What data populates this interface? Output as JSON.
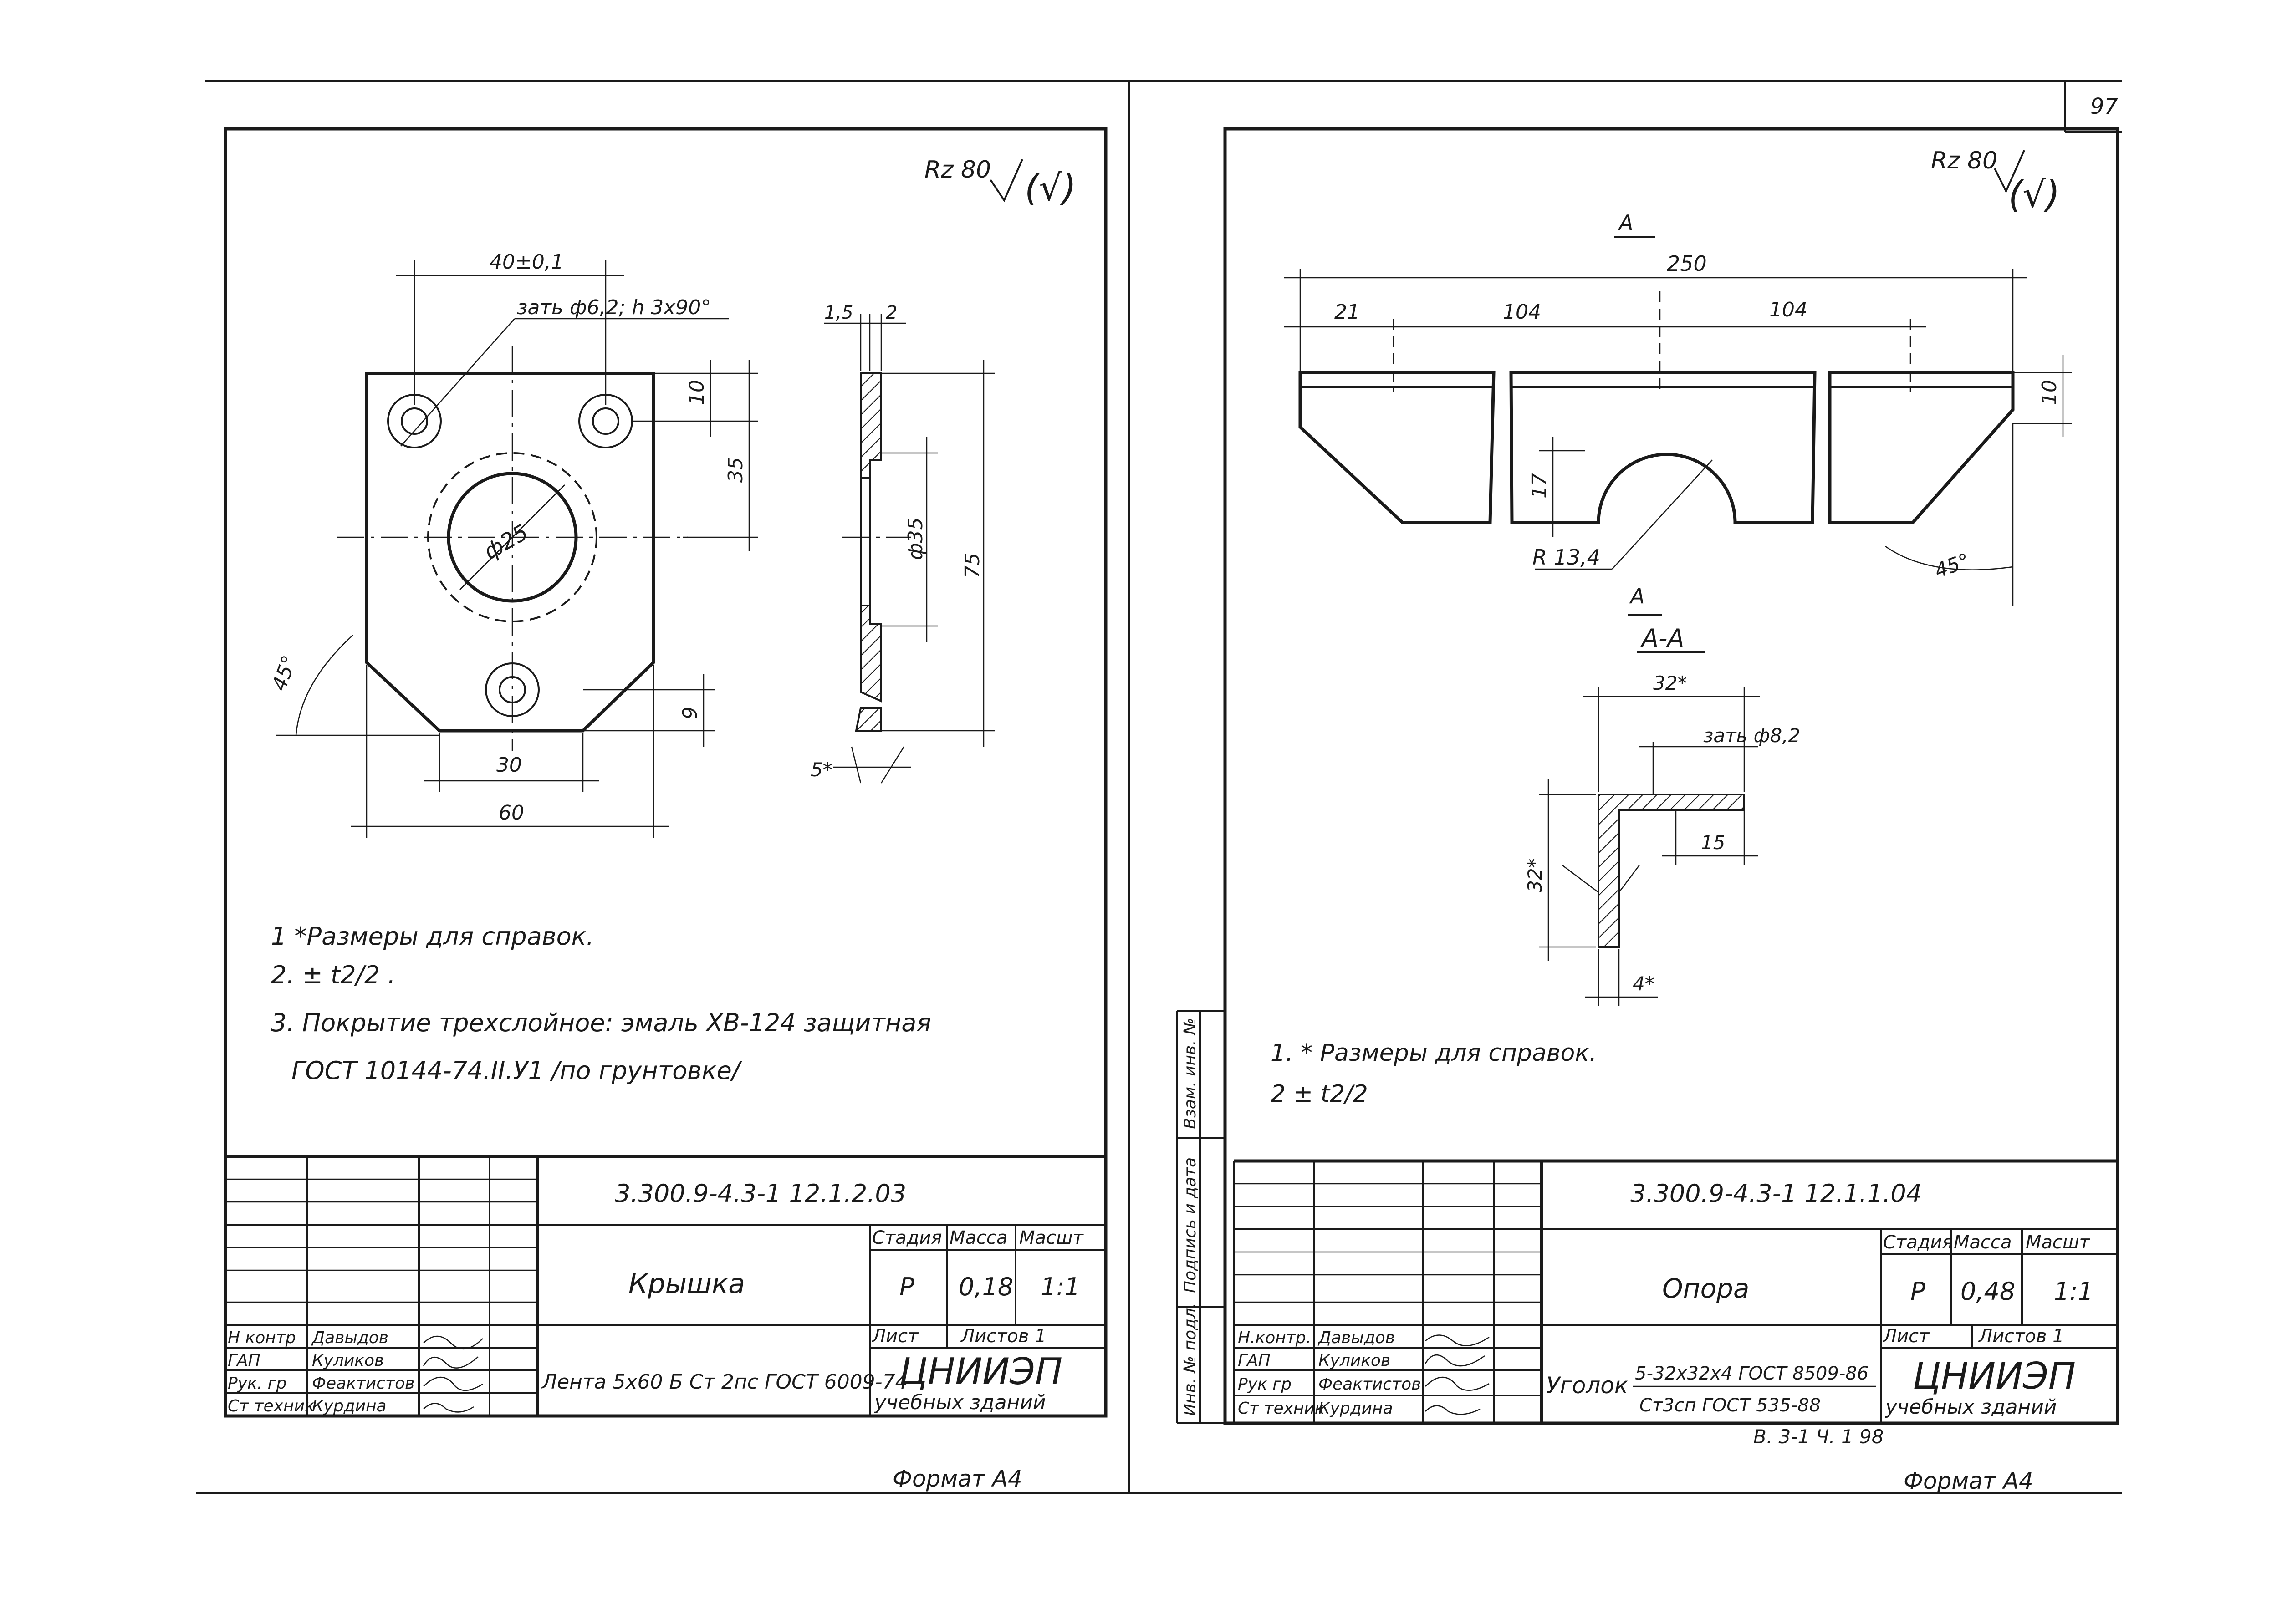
{
  "page_number": "97",
  "left_sheet": {
    "roughness": "Rz 80",
    "roughness_paren": "(√)",
    "dims": {
      "hole_spacing": "40±0,1",
      "countersink": "зать ф6,2; h 3x90°",
      "top_10": "10",
      "d35_vert": "35",
      "phi25": "ф25",
      "angle45": "45°",
      "bottom_9": "9",
      "w30": "30",
      "w60": "60",
      "t15": "1,5",
      "t2": "2",
      "phi35": "ф35",
      "h75": "75",
      "chamfer5": "5*"
    },
    "notes": [
      "1 *Размеры для справок.",
      "2. ± t2/2 .",
      "3. Покрытие трехслойное: эмаль ХВ-124 защитная",
      "ГОСТ 10144-74.II.У1 /по грунтовке/"
    ],
    "doc_code": "3.300.9-4.3-1 12.1.2.03",
    "part_name": "Крышка",
    "stage_header": "Стадия",
    "mass_header": "Масса",
    "scale_header": "Масшт",
    "stage": "Р",
    "mass": "0,18",
    "scale": "1:1",
    "sheet_label": "Лист",
    "sheets_label": "Листов 1",
    "material": "Лента 5х60 Б Ст 2пс ГОСТ 6009-74",
    "org_line1": "ЦНИИЭП",
    "org_line2": "учебных зданий",
    "roles": [
      {
        "role": "Н контр",
        "name": "Давыдов"
      },
      {
        "role": "ГАП",
        "name": "Куликов"
      },
      {
        "role": "Рук. гр",
        "name": "Феактистов"
      },
      {
        "role": "Ст техник",
        "name": "Курдина"
      }
    ],
    "format": "Формат А4"
  },
  "right_sheet": {
    "roughness": "Rz 80",
    "roughness_paren": "(√)",
    "dims": {
      "total": "250",
      "d21": "21",
      "d104a": "104",
      "d104b": "104",
      "h10": "10",
      "h17": "17",
      "r134": "R 13,4",
      "angle45": "45°",
      "sec_a": "А",
      "section_title": "А-А",
      "w32": "32*",
      "hole": "зать ф8,2",
      "d15": "15",
      "h32": "32*",
      "t4": "4*"
    },
    "notes": [
      "1. * Размеры для справок.",
      "2 ± t2/2"
    ],
    "doc_code": "3.300.9-4.3-1 12.1.1.04",
    "part_name": "Опора",
    "stage_header": "Стадия",
    "mass_header": "Масса",
    "scale_header": "Масшт",
    "stage": "Р",
    "mass": "0,48",
    "scale": "1:1",
    "sheet_label": "Лист",
    "sheets_label": "Листов 1",
    "material_label": "Уголок",
    "material_top": "5-32x32x4 ГОСТ 8509-86",
    "material_bottom": "Ст3сп ГОСТ 535-88",
    "org_line1": "ЦНИИЭП",
    "org_line2": "учебных зданий",
    "roles": [
      {
        "role": "Н.контр.",
        "name": "Давыдов"
      },
      {
        "role": "ГАП",
        "name": "Куликов"
      },
      {
        "role": "Рук гр",
        "name": "Феактистов"
      },
      {
        "role": "Ст техник",
        "name": "Курдина"
      }
    ],
    "side_labels": [
      "Инв. № подл.",
      "Подпись и дата",
      "Взам. инв. №"
    ],
    "bottom_ref": "В. 3-1 Ч. 1 98",
    "format": "Формат А4"
  }
}
